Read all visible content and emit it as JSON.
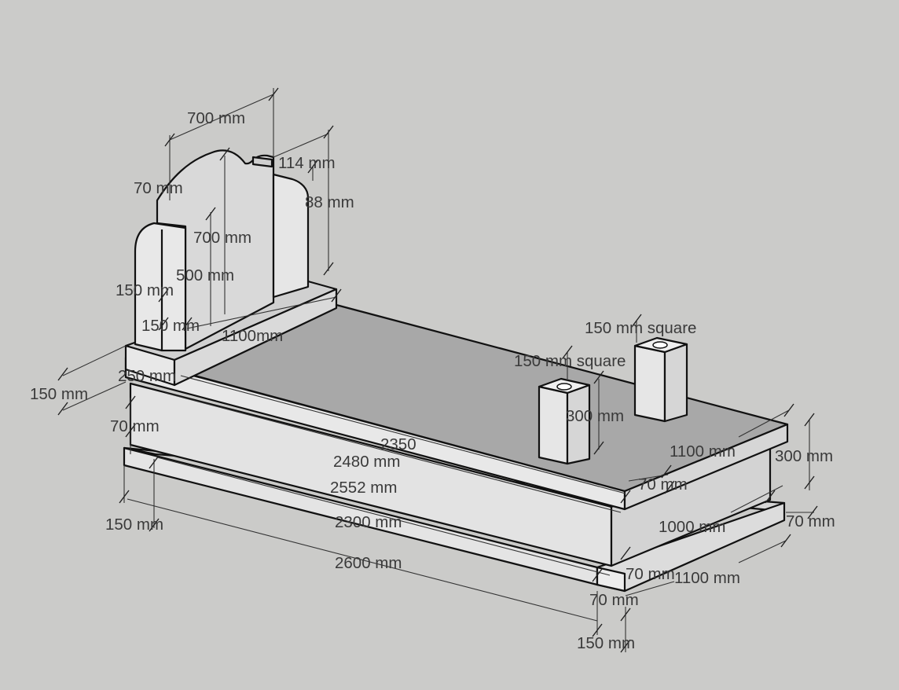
{
  "colors": {
    "background": "#cbcbc9",
    "face_light": "#e6e6e6",
    "face_mid": "#d2d2d2",
    "face_top": "#a9a9a9",
    "edge": "#111111",
    "dimension_text": "#3a3a3a"
  },
  "dimensions": [
    {
      "id": "headstone-width",
      "label": "700 mm"
    },
    {
      "id": "headstone-shoulder",
      "label": "70 mm"
    },
    {
      "id": "headstone-height-inner",
      "label": "700 mm"
    },
    {
      "id": "headstone-thickness",
      "label": "114 mm"
    },
    {
      "id": "headstone-side-height",
      "label": "88 mm"
    },
    {
      "id": "headstone-base-height",
      "label": "500 mm"
    },
    {
      "id": "pillar-depth",
      "label": "150 mm"
    },
    {
      "id": "pillar-width",
      "label": "150 mm"
    },
    {
      "id": "headrest-width",
      "label": "1100mm"
    },
    {
      "id": "headrest-depth",
      "label": "150 mm"
    },
    {
      "id": "headrest-height",
      "label": "250 mm"
    },
    {
      "id": "kerb-height",
      "label": "70 mm"
    },
    {
      "id": "vase-right-size",
      "label": "150 mm square"
    },
    {
      "id": "vase-left-size",
      "label": "150 mm square"
    },
    {
      "id": "vase-height",
      "label": "300 mm"
    },
    {
      "id": "slab-length",
      "label": "2350"
    },
    {
      "id": "kerb-length",
      "label": "2480 mm"
    },
    {
      "id": "plinth-top-length",
      "label": "2552 mm"
    },
    {
      "id": "plinth-inner-length",
      "label": "2300 mm"
    },
    {
      "id": "base-length",
      "label": "2600 mm"
    },
    {
      "id": "base-step-left",
      "label": "150 mm"
    },
    {
      "id": "slab-width",
      "label": "1100 mm"
    },
    {
      "id": "kerb-thickness-right",
      "label": "70 mm"
    },
    {
      "id": "body-height",
      "label": "300 mm"
    },
    {
      "id": "body-width",
      "label": "1000 mm"
    },
    {
      "id": "base-height-right",
      "label": "70 mm"
    },
    {
      "id": "base-inset",
      "label": "70 mm"
    },
    {
      "id": "base-width",
      "label": "1100 mm"
    },
    {
      "id": "base-thickness",
      "label": "70 mm"
    },
    {
      "id": "base-step-front",
      "label": "150 mm"
    }
  ]
}
